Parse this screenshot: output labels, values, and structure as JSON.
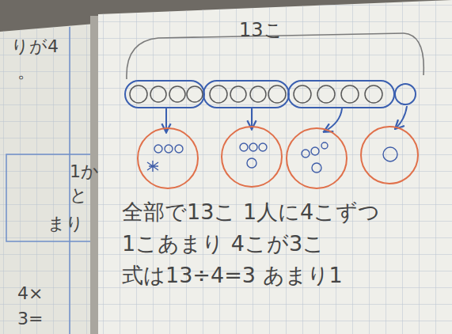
{
  "diagram": {
    "labels": [
      "13こ",
      "全部で13こ 1人に4こずつ",
      "1こあまり 4こが3こ",
      "式は13÷4=3 あまり1",
      "りが4",
      "。",
      "1か",
      "と",
      "まり",
      "4×",
      "3="
    ]
  }
}
